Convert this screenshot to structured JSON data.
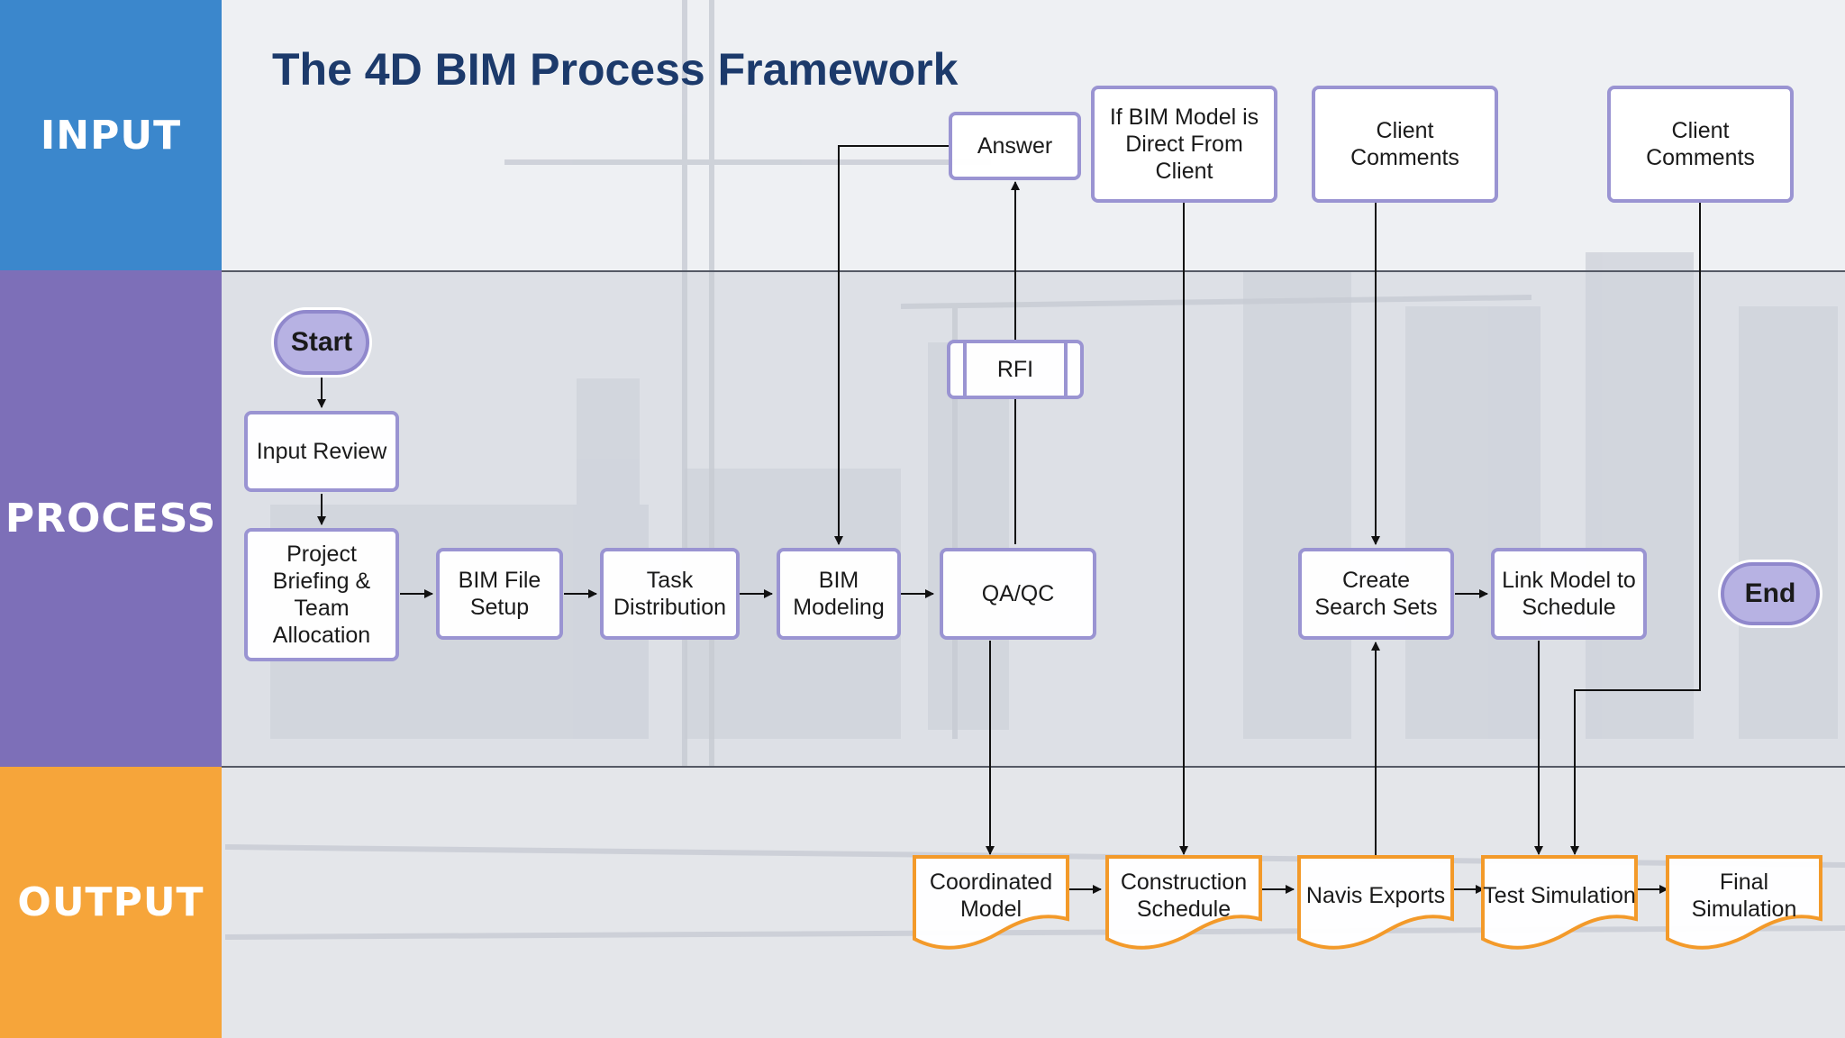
{
  "title": "The 4D BIM Process Framework",
  "lanes": {
    "input": "INPUT",
    "process": "PROCESS",
    "output": "OUTPUT"
  },
  "colors": {
    "input": "#3b87cc",
    "process": "#7d6fb8",
    "output": "#f6a53a",
    "node_border": "#9a94d2",
    "doc_border": "#f39a2a",
    "title": "#1c3a6b"
  },
  "nodes": {
    "answer": "Answer",
    "bim_direct": "If BIM Model is Direct From Client",
    "client_comments_1": "Client Comments",
    "client_comments_2": "Client Comments",
    "start": "Start",
    "end": "End",
    "input_review": "Input Review",
    "project_briefing": "Project Briefing & Team Allocation",
    "bim_file_setup": "BIM File Setup",
    "task_distribution": "Task Distribution",
    "bim_modeling": "BIM Modeling",
    "rfi": "RFI",
    "qaqc": "QA/QC",
    "create_search_sets": "Create Search Sets",
    "link_model": "Link Model to Schedule",
    "coordinated_model": "Coordinated Model",
    "construction_schedule": "Construction Schedule",
    "navis_exports": "Navis Exports",
    "test_simulation": "Test Simulation",
    "final_simulation": "Final Simulation"
  }
}
